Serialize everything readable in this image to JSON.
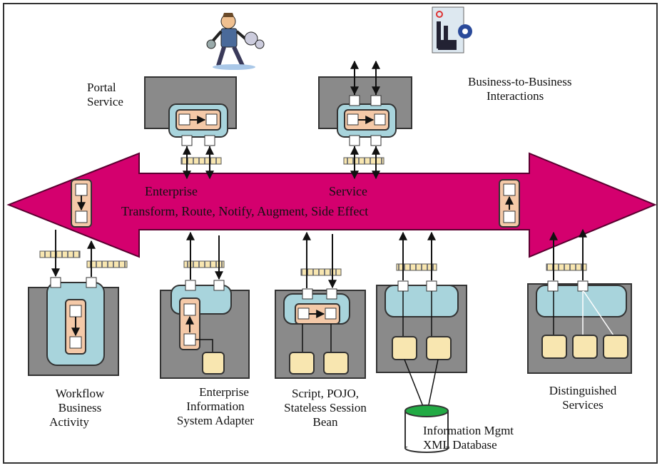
{
  "labels": {
    "portal_service": [
      "Portal",
      "Service"
    ],
    "b2b": [
      "Business-to-Business",
      "Interactions"
    ],
    "bus_line1_left": "Enterprise",
    "bus_line1_right": "Service",
    "bus_line2": "Transform, Route, Notify, Augment, Side Effect",
    "workflow": [
      "Workflow",
      "Business",
      "Activity"
    ],
    "eis_adapter": [
      "Enterprise",
      "Information",
      "System Adapter"
    ],
    "script": [
      "Script, POJO,",
      "Stateless Session",
      "Bean"
    ],
    "info_mgmt": [
      "Information Mgmt",
      "XML Database"
    ],
    "distinguished": [
      "Distinguished",
      "Services"
    ]
  },
  "colors": {
    "bus_fill": "#d4006e",
    "module_gray": "#8a8a8a",
    "inner_blue": "#a8d4dc",
    "inner_peach": "#f4c9a8",
    "component_yellow": "#f8e6b0",
    "database_green": "#22aa44"
  },
  "icons": [
    "worker-clipart-icon",
    "factory-clipart-icon"
  ]
}
